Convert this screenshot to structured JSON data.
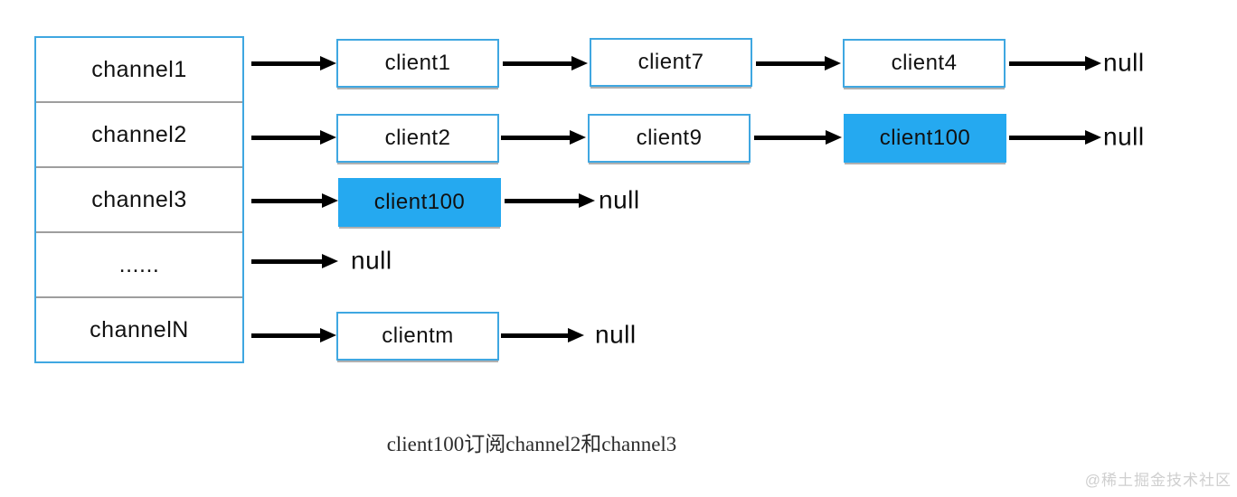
{
  "diagram": {
    "channels": [
      {
        "label": "channel1"
      },
      {
        "label": "channel2"
      },
      {
        "label": "channel3"
      },
      {
        "label": "......"
      },
      {
        "label": "channelN"
      }
    ],
    "rows": [
      {
        "clients": [
          {
            "label": "client1",
            "highlighted": false
          },
          {
            "label": "client7",
            "highlighted": false
          },
          {
            "label": "client4",
            "highlighted": false
          }
        ],
        "terminator": "null"
      },
      {
        "clients": [
          {
            "label": "client2",
            "highlighted": false
          },
          {
            "label": "client9",
            "highlighted": false
          },
          {
            "label": "client100",
            "highlighted": true
          }
        ],
        "terminator": "null"
      },
      {
        "clients": [
          {
            "label": "client100",
            "highlighted": true
          }
        ],
        "terminator": "null"
      },
      {
        "clients": [],
        "terminator": "null"
      },
      {
        "clients": [
          {
            "label": "clientm",
            "highlighted": false
          }
        ],
        "terminator": "null"
      }
    ],
    "caption": "client100订阅channel2和channel3",
    "watermark": "@稀土掘金技术社区",
    "colors": {
      "accent_blue_border": "#3fa7e1",
      "highlight_blue_fill": "#25a9f0",
      "divider_gray": "#9e9e9e",
      "arrow_black": "#000000",
      "watermark_gray": "#cfcfcf"
    }
  }
}
